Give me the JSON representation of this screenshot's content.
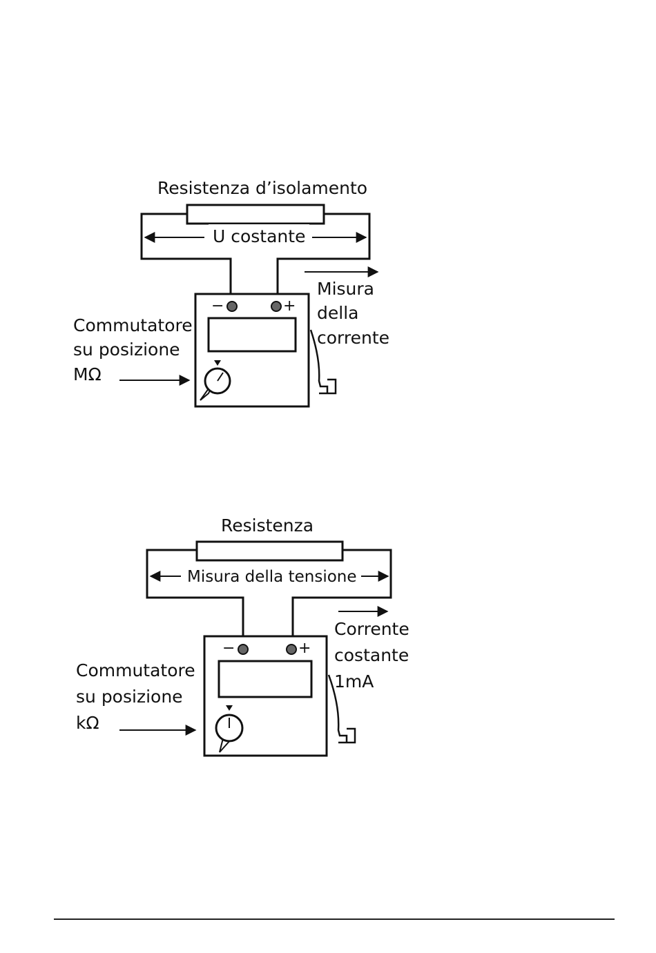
{
  "diagrams": [
    {
      "resistor_label": "Resistenza d’isolamento",
      "bridge_label": "U costante",
      "terminal_minus": "−",
      "terminal_plus": "+",
      "side_label_lines": [
        "Misura",
        "della",
        "corrente"
      ],
      "switch_label_lines": [
        "Commutatore",
        "su posizione",
        "MΩ"
      ]
    },
    {
      "resistor_label": "Resistenza",
      "bridge_label": "Misura della tensione",
      "terminal_minus": "−",
      "terminal_plus": "+",
      "side_label_lines": [
        "Corrente",
        "costante",
        "1mA"
      ],
      "switch_label_lines": [
        "Commutatore",
        "su posizione",
        "kΩ"
      ]
    }
  ]
}
